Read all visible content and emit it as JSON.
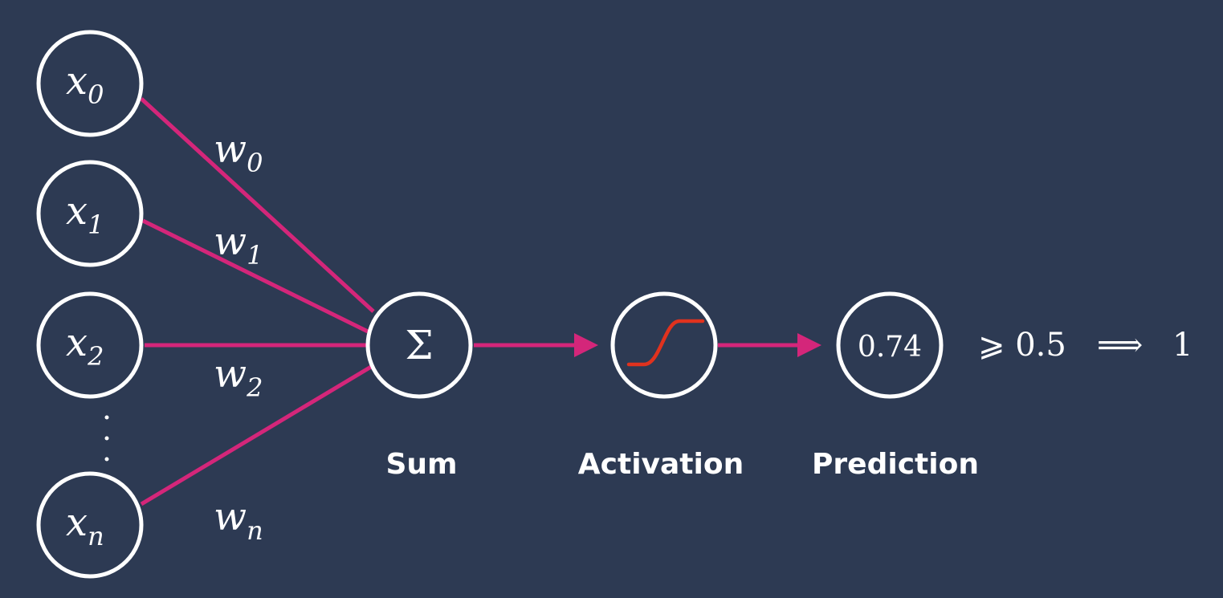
{
  "inputs": [
    {
      "base": "x",
      "sub": "0"
    },
    {
      "base": "x",
      "sub": "1"
    },
    {
      "base": "x",
      "sub": "2"
    },
    {
      "base": "x",
      "sub": "n"
    }
  ],
  "weights": [
    {
      "base": "w",
      "sub": "0"
    },
    {
      "base": "w",
      "sub": "1"
    },
    {
      "base": "w",
      "sub": "2"
    },
    {
      "base": "w",
      "sub": "n"
    }
  ],
  "sum_symbol": "Σ",
  "prediction_value": "0.74",
  "threshold_text": "⩾ 0.5",
  "implies_symbol": "⟹",
  "output_value": "1",
  "labels": {
    "sum": "Sum",
    "activation": "Activation",
    "prediction": "Prediction"
  },
  "colors": {
    "background": "#2d3a53",
    "edge": "#d4267a",
    "node_stroke": "#ffffff",
    "sigmoid_curve": "#e0321e"
  },
  "icons": {
    "activation": "sigmoid-curve-icon",
    "ellipsis": "vertical-ellipsis-icon"
  }
}
